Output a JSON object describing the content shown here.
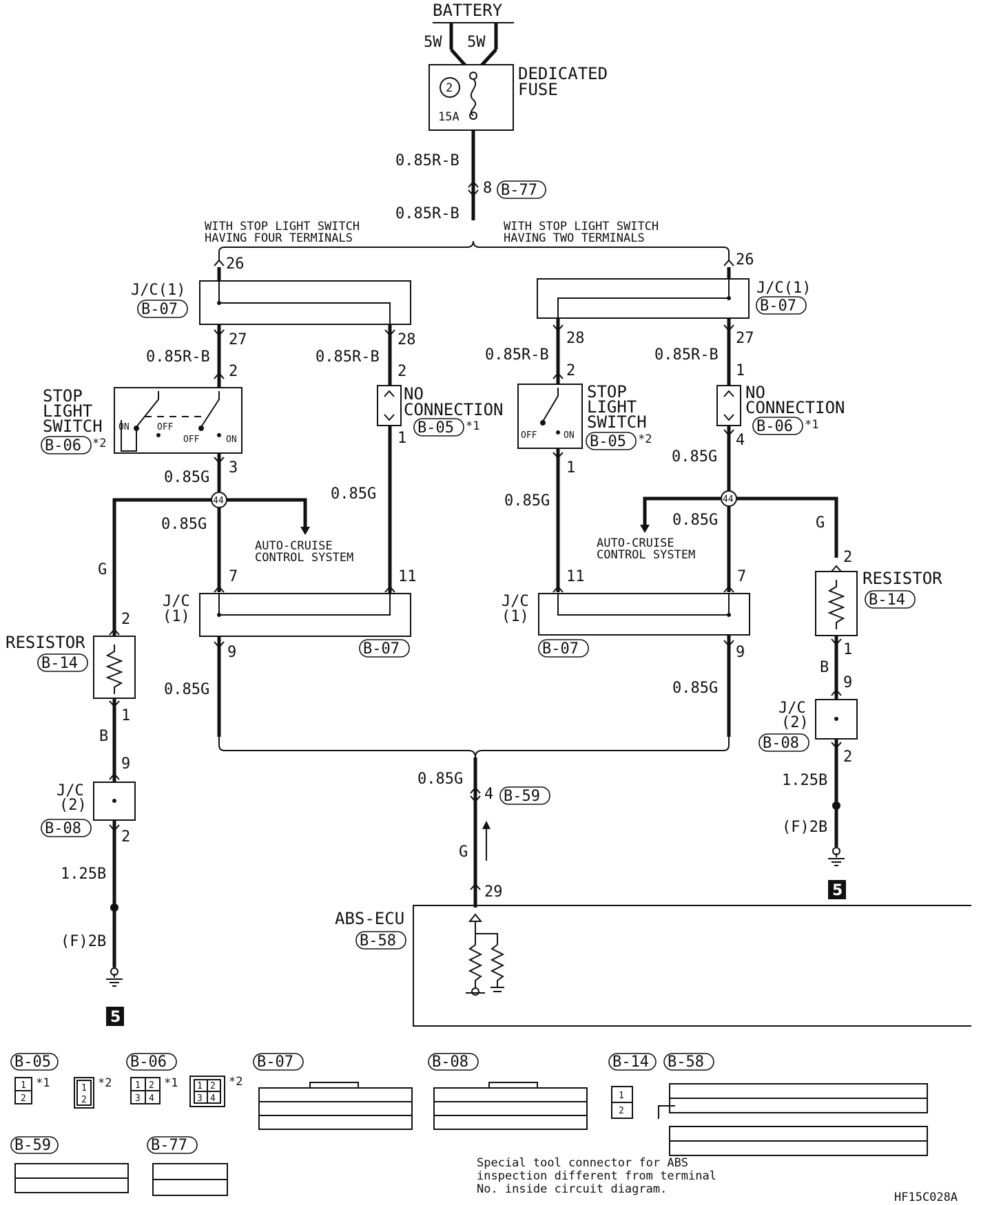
{
  "diagram": {
    "battery": "BATTERY",
    "fuse_wire_left": "5W",
    "fuse_wire_right": "5W",
    "fuse_name": [
      "DEDICATED",
      "FUSE"
    ],
    "fuse_number": "2",
    "fuse_rating": "15A",
    "variant_left": [
      "WITH STOP LIGHT SWITCH",
      "HAVING FOUR TERMINALS"
    ],
    "variant_right": [
      "WITH STOP LIGHT SWITCH",
      "HAVING TWO TERMINALS"
    ],
    "junction_connector": [
      "J/C(1)",
      "J/C",
      "(1)",
      "J/C",
      "(2)"
    ],
    "stop_light_switch": [
      "STOP",
      "LIGHT",
      "SWITCH"
    ],
    "no_connection": [
      "NO",
      "CONNECTION"
    ],
    "switch_positions": [
      "ON",
      "OFF"
    ],
    "auto_cruise": [
      "AUTO-CRUISE",
      "CONTROL SYSTEM"
    ],
    "resistor": "RESISTOR",
    "abs_ecu": "ABS-ECU",
    "ground_code": "(F)2B",
    "ground_ref": "5",
    "star1": "*1",
    "star2": "*2",
    "wire_labels": [
      "0.85R-B",
      "0.85G",
      "G",
      "B",
      "1.25B"
    ],
    "connectors": [
      "B-05",
      "B-06",
      "B-07",
      "B-08",
      "B-14",
      "B-58",
      "B-59",
      "B-77"
    ],
    "terminals": [
      "8",
      "26",
      "27",
      "28",
      "2",
      "1",
      "3",
      "4",
      "7",
      "9",
      "11",
      "29",
      "44"
    ],
    "note": [
      "Special tool connector for ABS",
      "inspection different from terminal",
      "No. inside circuit diagram."
    ],
    "figure_code": "HF15C028A"
  }
}
